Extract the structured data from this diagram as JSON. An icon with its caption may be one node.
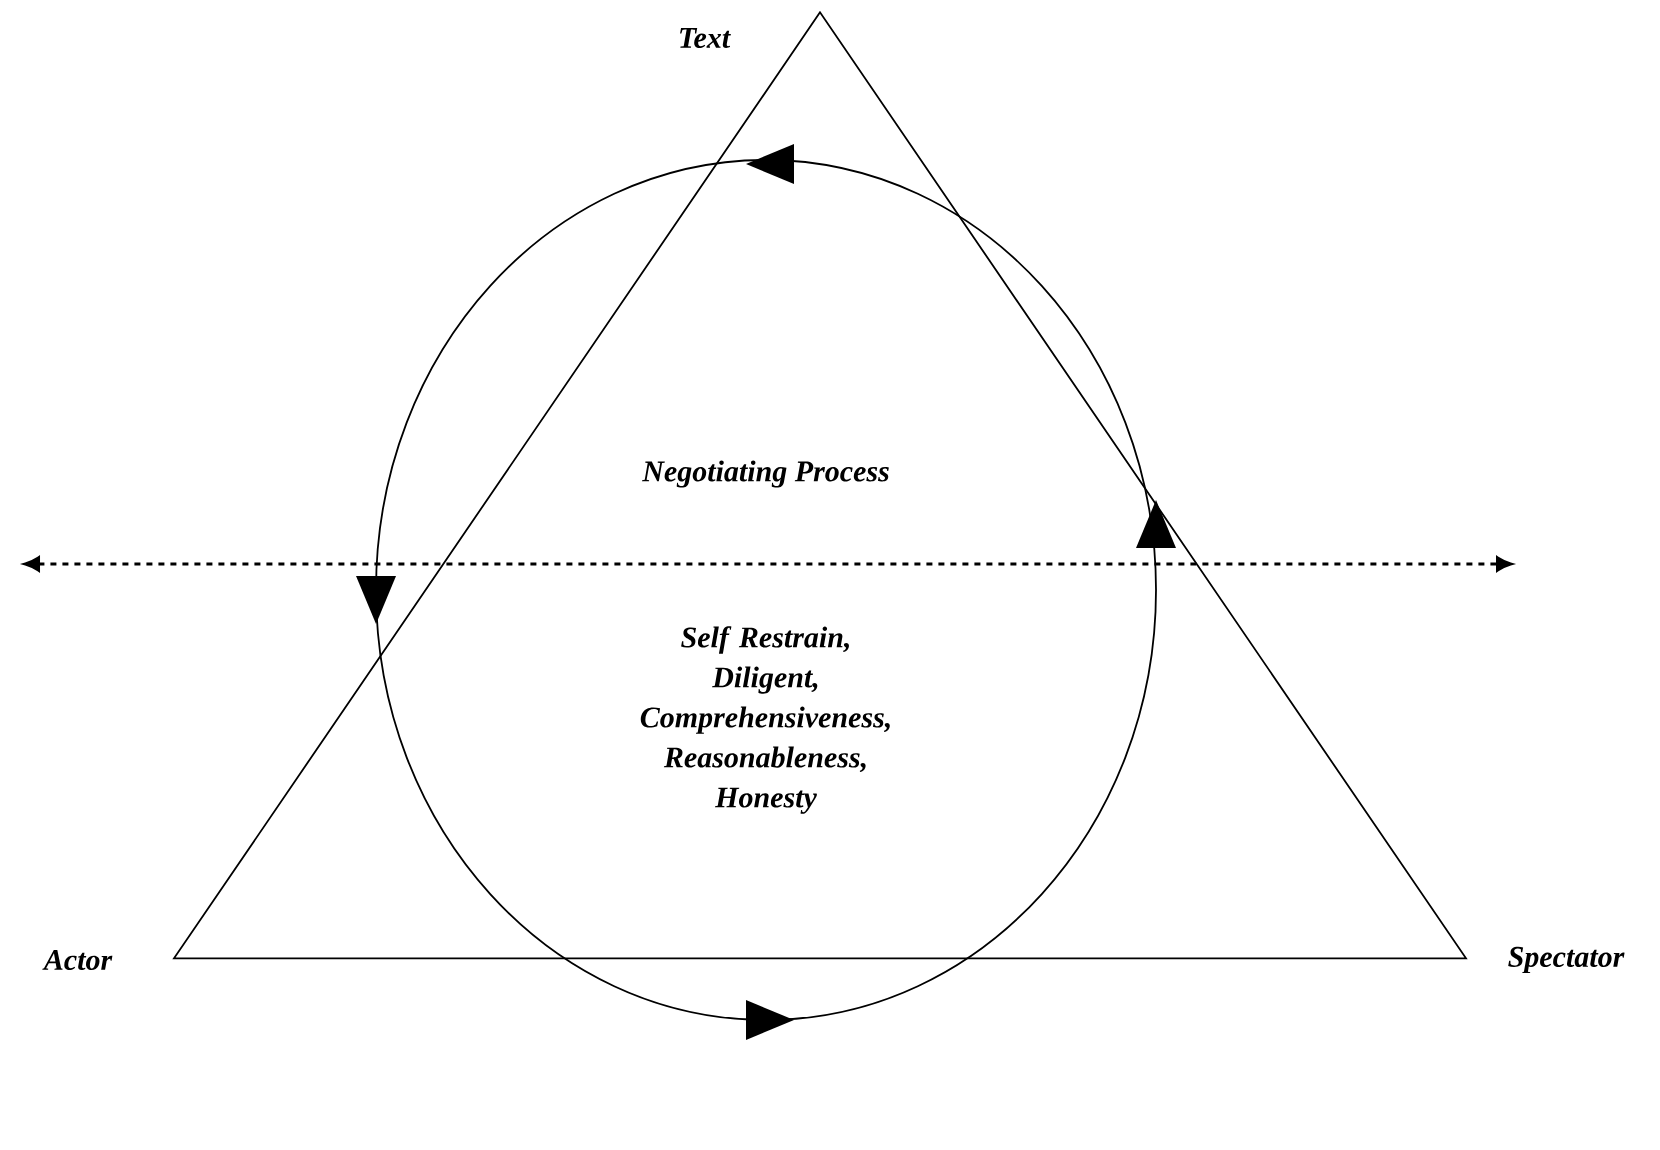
{
  "diagram": {
    "nodes": [
      {
        "text": [],
        "shape": "triangle"
      },
      {
        "text": [
          "Negotiating Process",
          "Self Restrain, Diligent, Comprehensiveness, Reasonableness, Honesty"
        ]
      }
    ],
    "labels": [
      "Text",
      "Actor",
      "Spectator"
    ]
  }
}
